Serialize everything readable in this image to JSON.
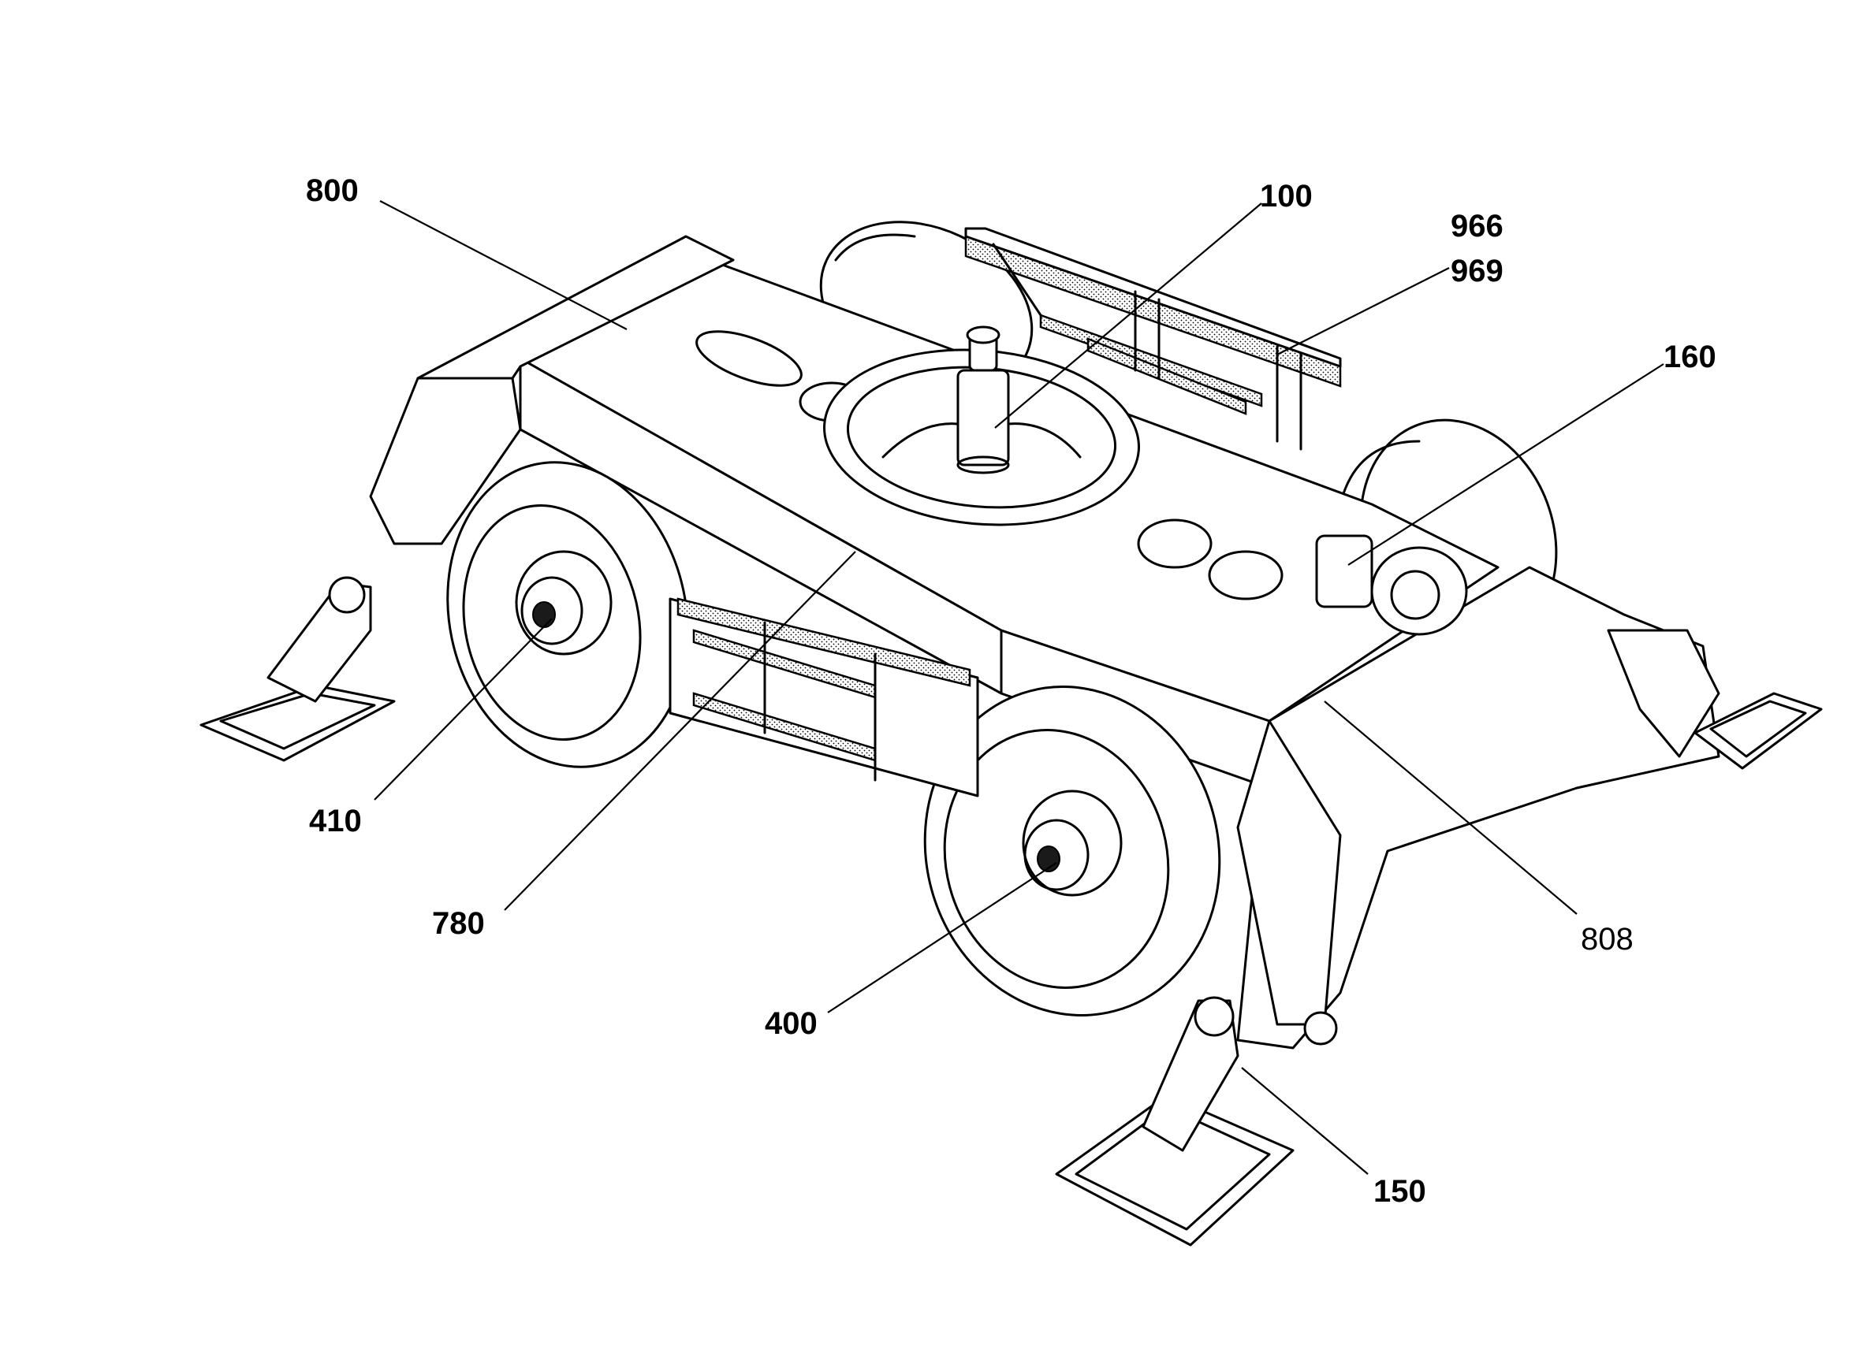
{
  "figure": {
    "labels": [
      {
        "id": "800",
        "text": "800"
      },
      {
        "id": "100",
        "text": "100"
      },
      {
        "id": "966",
        "text": "966"
      },
      {
        "id": "969",
        "text": "969"
      },
      {
        "id": "160",
        "text": "160"
      },
      {
        "id": "410",
        "text": "410"
      },
      {
        "id": "780",
        "text": "780"
      },
      {
        "id": "400",
        "text": "400"
      },
      {
        "id": "808",
        "text": "808"
      },
      {
        "id": "150",
        "text": "150"
      }
    ]
  }
}
